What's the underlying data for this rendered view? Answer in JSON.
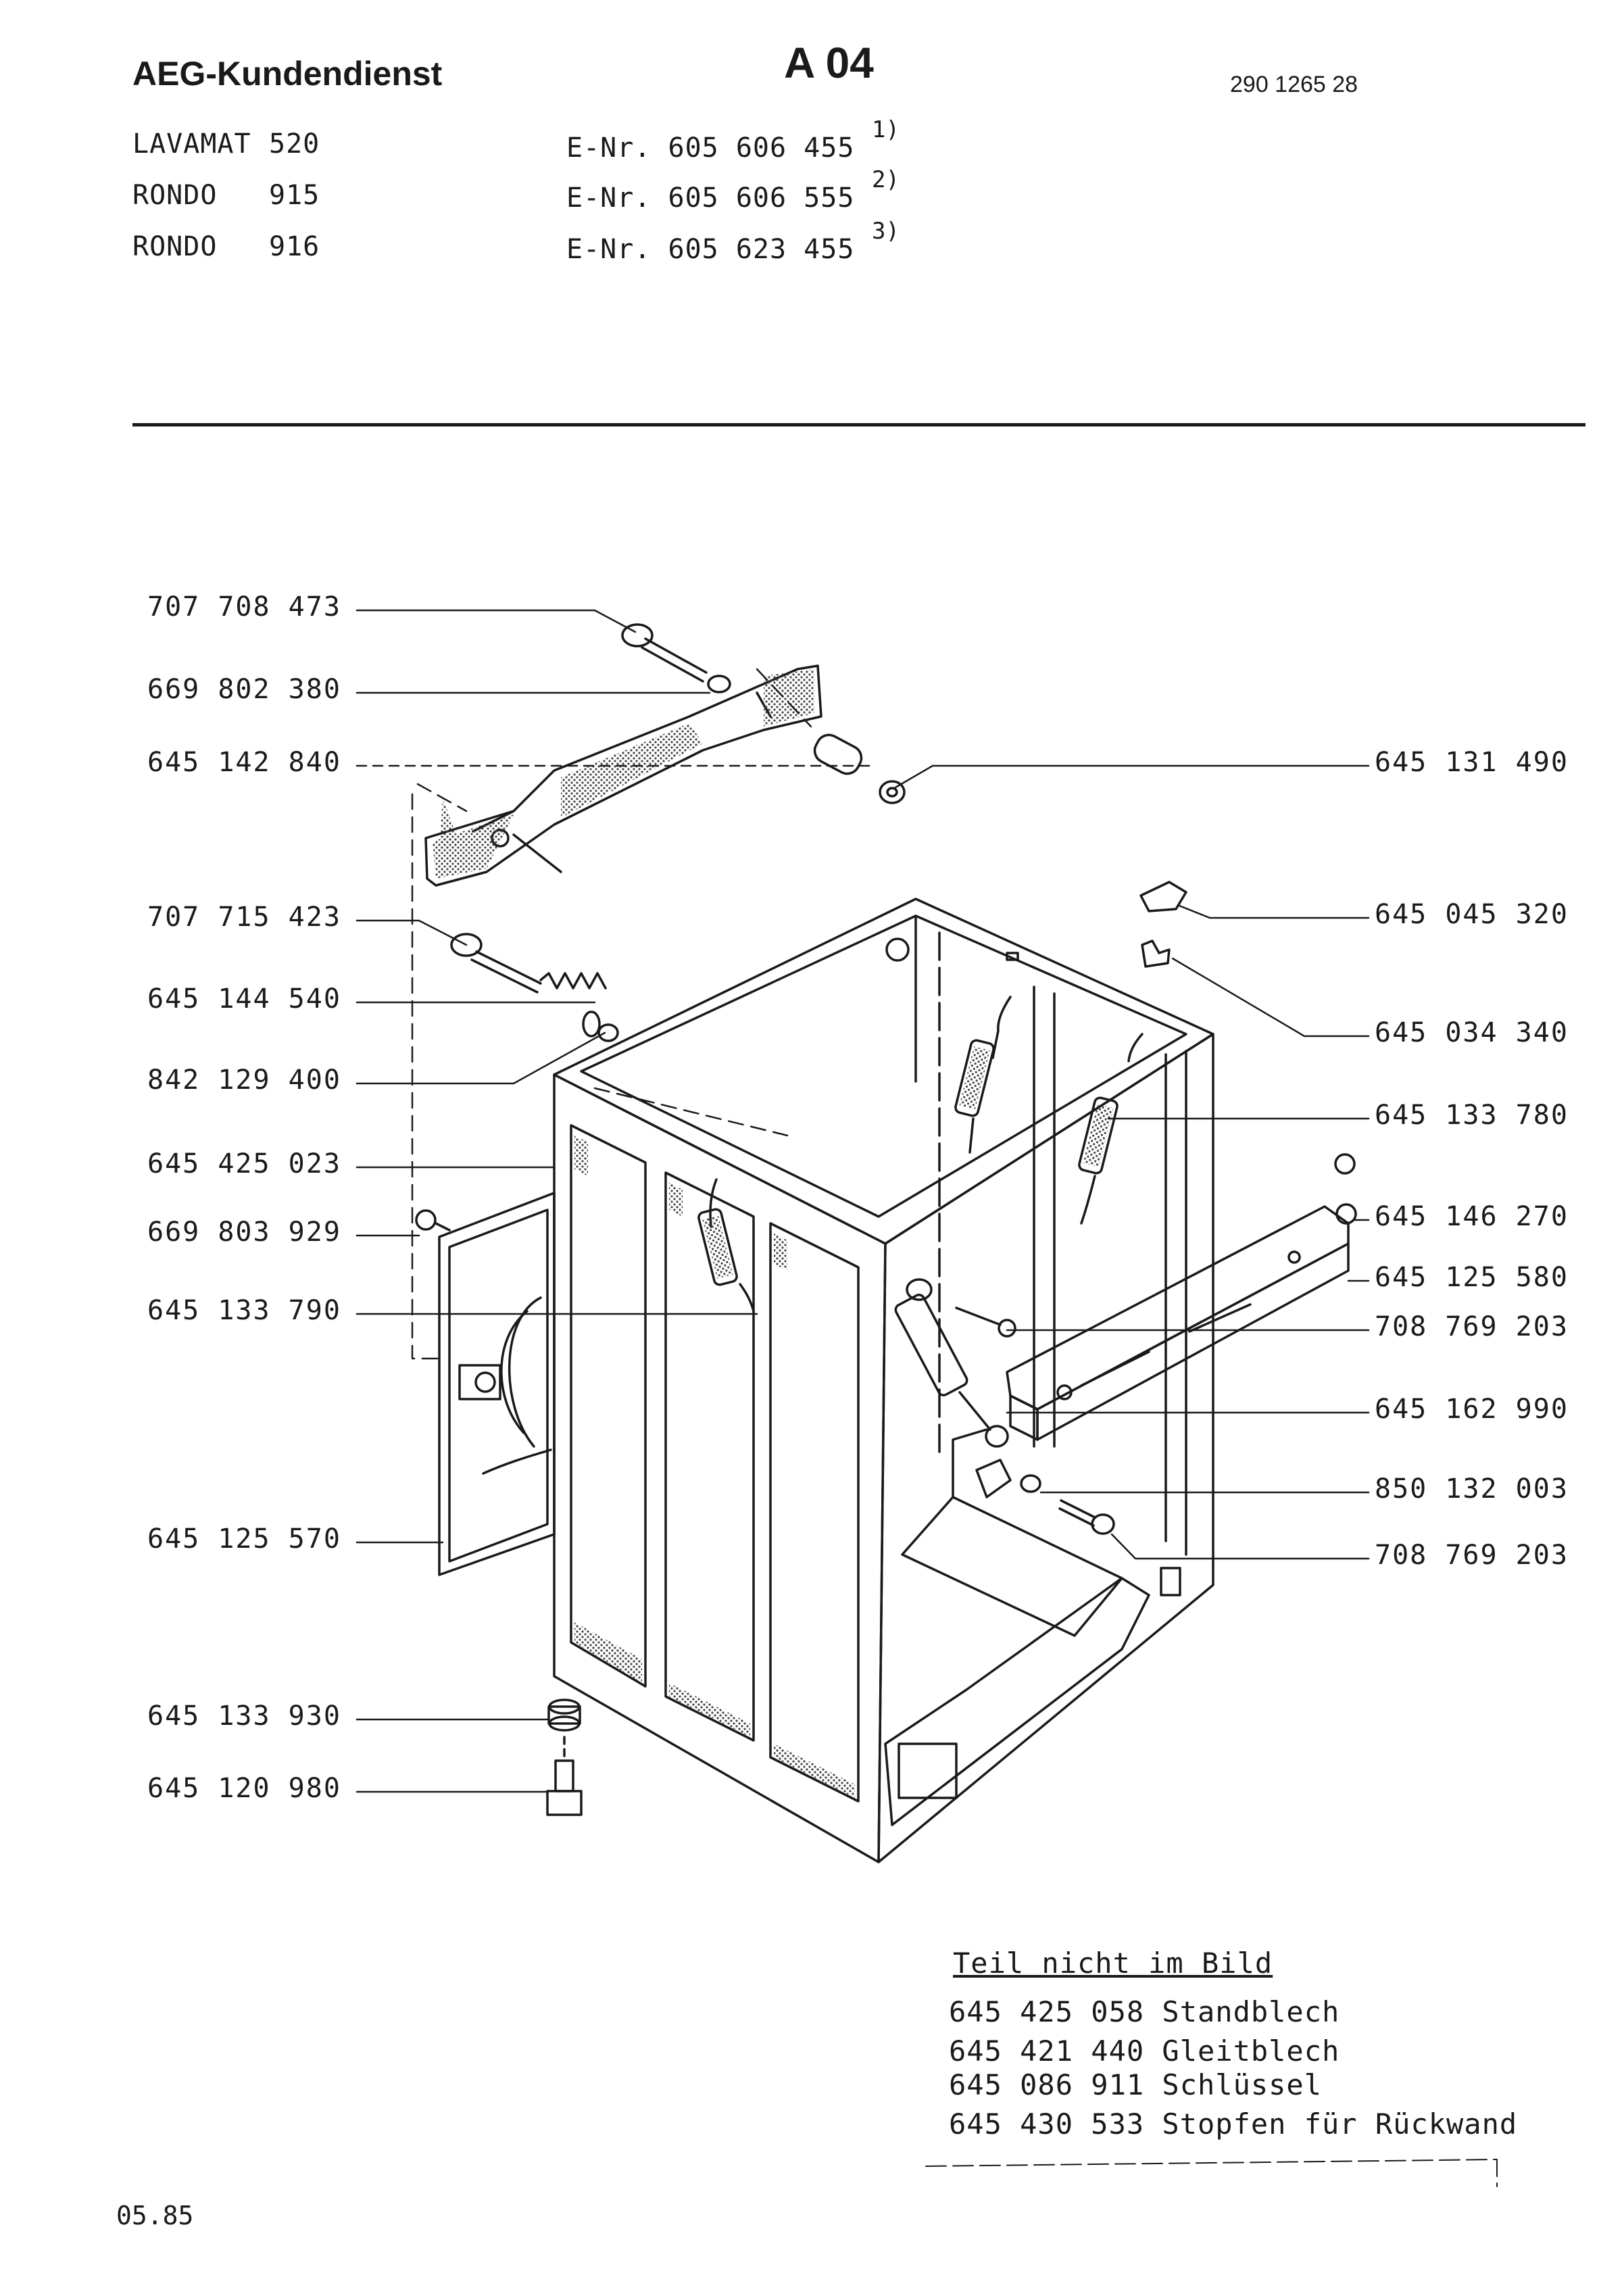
{
  "header": {
    "brand": "AEG-Kundendienst",
    "sheet": "A 04",
    "doc_number": "290 1265 28"
  },
  "models": [
    {
      "name": "LAVAMAT",
      "number": "520",
      "enr": "E-Nr. 605 606 455",
      "note": "1)"
    },
    {
      "name": "RONDO",
      "number": "915",
      "enr": "E-Nr. 605 606 555",
      "note": "2)"
    },
    {
      "name": "RONDO",
      "number": "916",
      "enr": "E-Nr. 605 623 455",
      "note": "3)"
    }
  ],
  "parts_left": [
    "707 708 473",
    "669 802 380",
    "645 142 840",
    "707 715 423",
    "645 144 540",
    "842 129 400",
    "645 425 023",
    "669 803 929",
    "645 133 790",
    "645 125 570",
    "645 133 930",
    "645 120 980"
  ],
  "parts_right": [
    "645 131 490",
    "645 045 320",
    "645 034 340",
    "645 133 780",
    "645 146 270",
    "645 125 580",
    "708 769 203",
    "645 162 990",
    "850 132 003",
    "708 769 203"
  ],
  "not_in_picture": {
    "title": "Teil nicht im Bild",
    "items": [
      "645 425 058 Standblech",
      "645 421 440 Gleitblech",
      "645 086 911 Schlüssel",
      "645 430 533 Stopfen für Rückwand"
    ]
  },
  "footer": {
    "date": "05.85"
  }
}
